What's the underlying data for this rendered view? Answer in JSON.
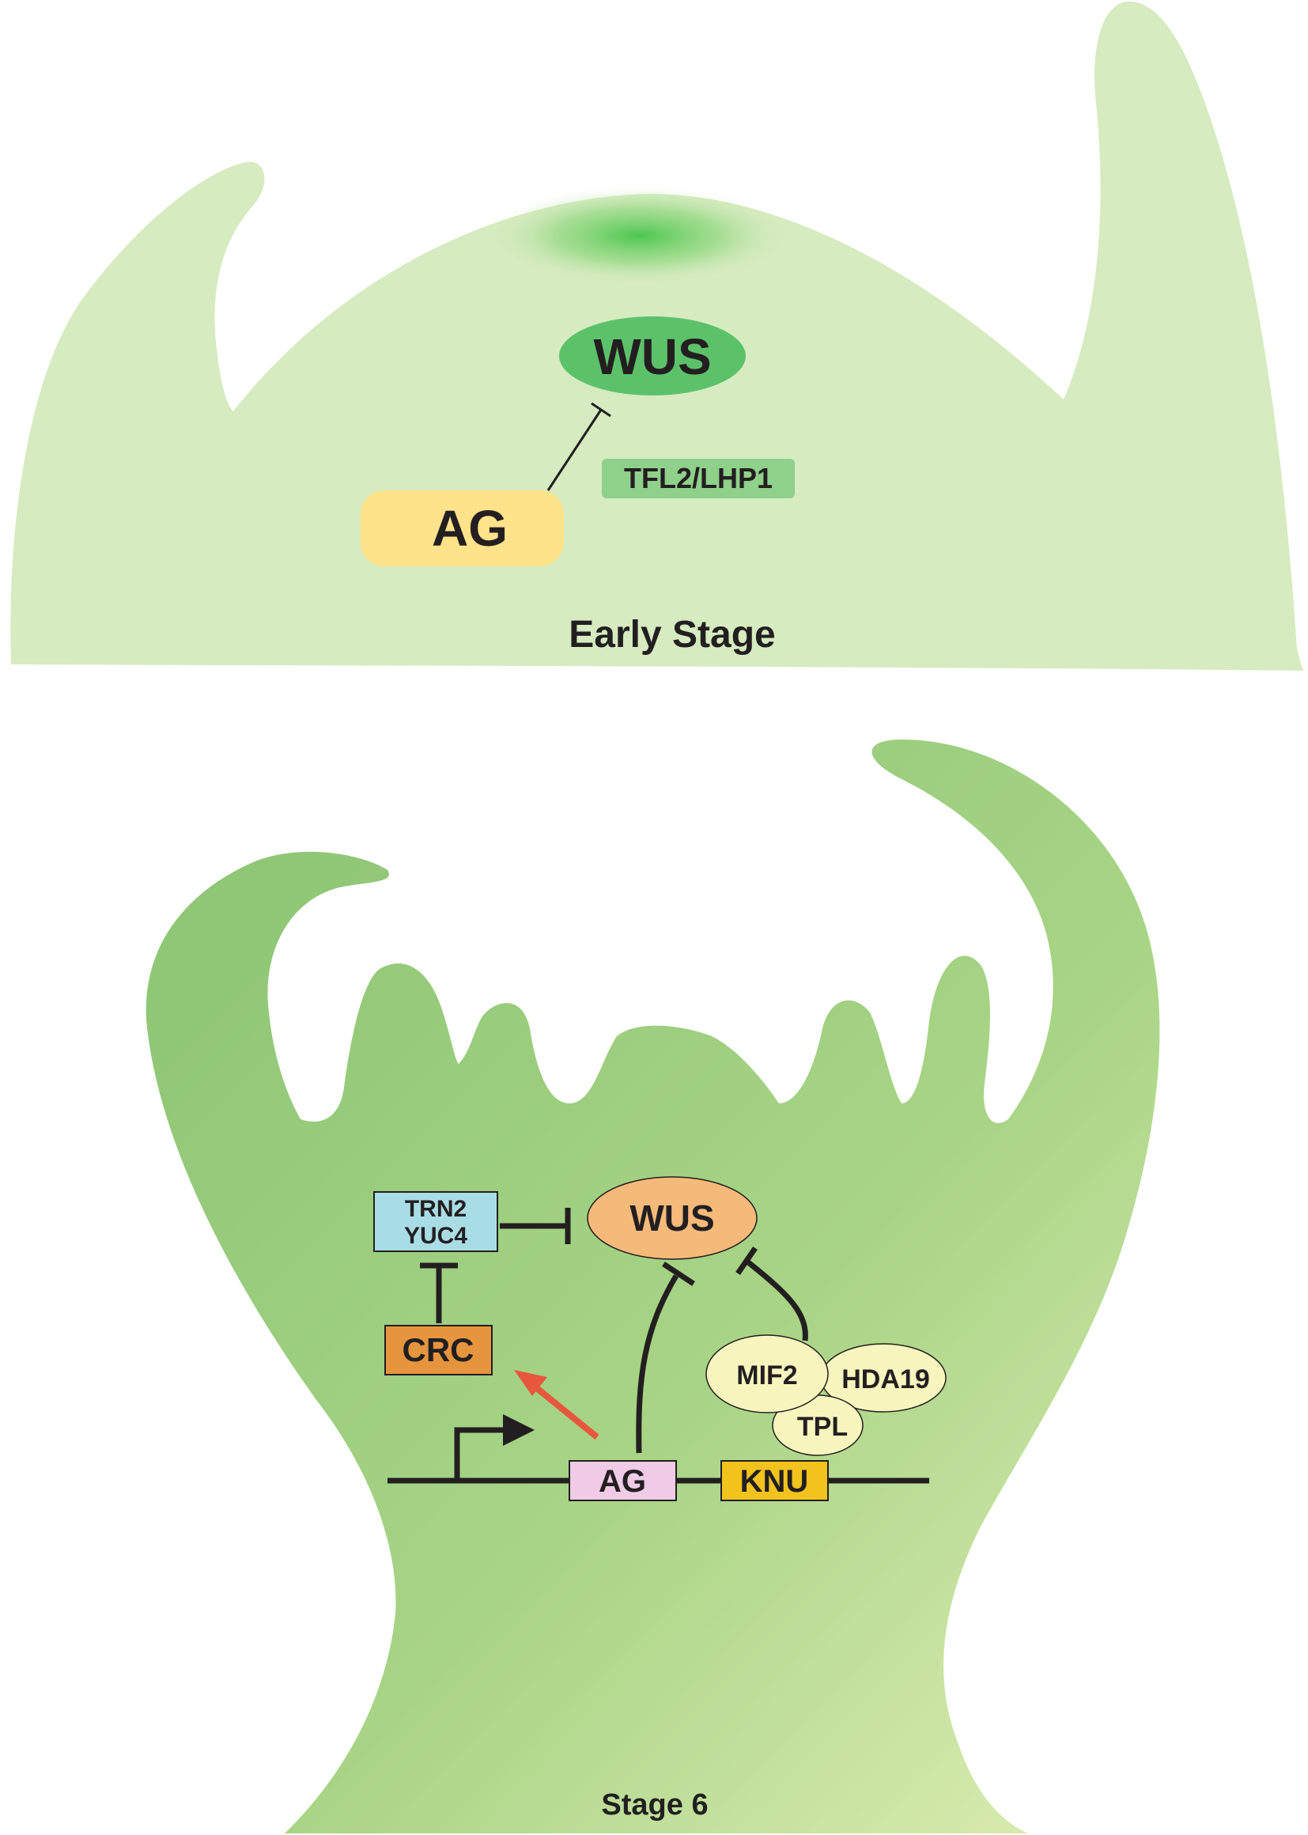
{
  "early_stage": {
    "stage_label": "Early Stage",
    "wus_label": "WUS",
    "ag_label": "AG",
    "tfl2_label": "TFL2/LHP1",
    "relation": "AG represses WUS"
  },
  "stage6": {
    "stage_label": "Stage 6",
    "wus_label": "WUS",
    "trn2_label": "TRN2",
    "yuc4_label": "YUC4",
    "crc_label": "CRC",
    "ag_label": "AG",
    "knu_label": "KNU",
    "mif2_label": "MIF2",
    "hda19_label": "HDA19",
    "tpl_label": "TPL"
  },
  "colors": {
    "early_tissue": "#d6ebc0",
    "stage6_tissue_dark": "#95c97a",
    "stage6_tissue_light": "#d3e8ad",
    "wus_early": "#5cc26a",
    "ag_early": "#ffe38a",
    "tfl2_box": "#8fd08a",
    "wus_stage6": "#f5b97a",
    "trn2_box": "#a9dde6",
    "crc_box": "#e6953e",
    "ag_box": "#efcbe5",
    "knu_box": "#f2c31c",
    "complex": "#f7f5bd",
    "activation_arrow": "#e8573d"
  }
}
